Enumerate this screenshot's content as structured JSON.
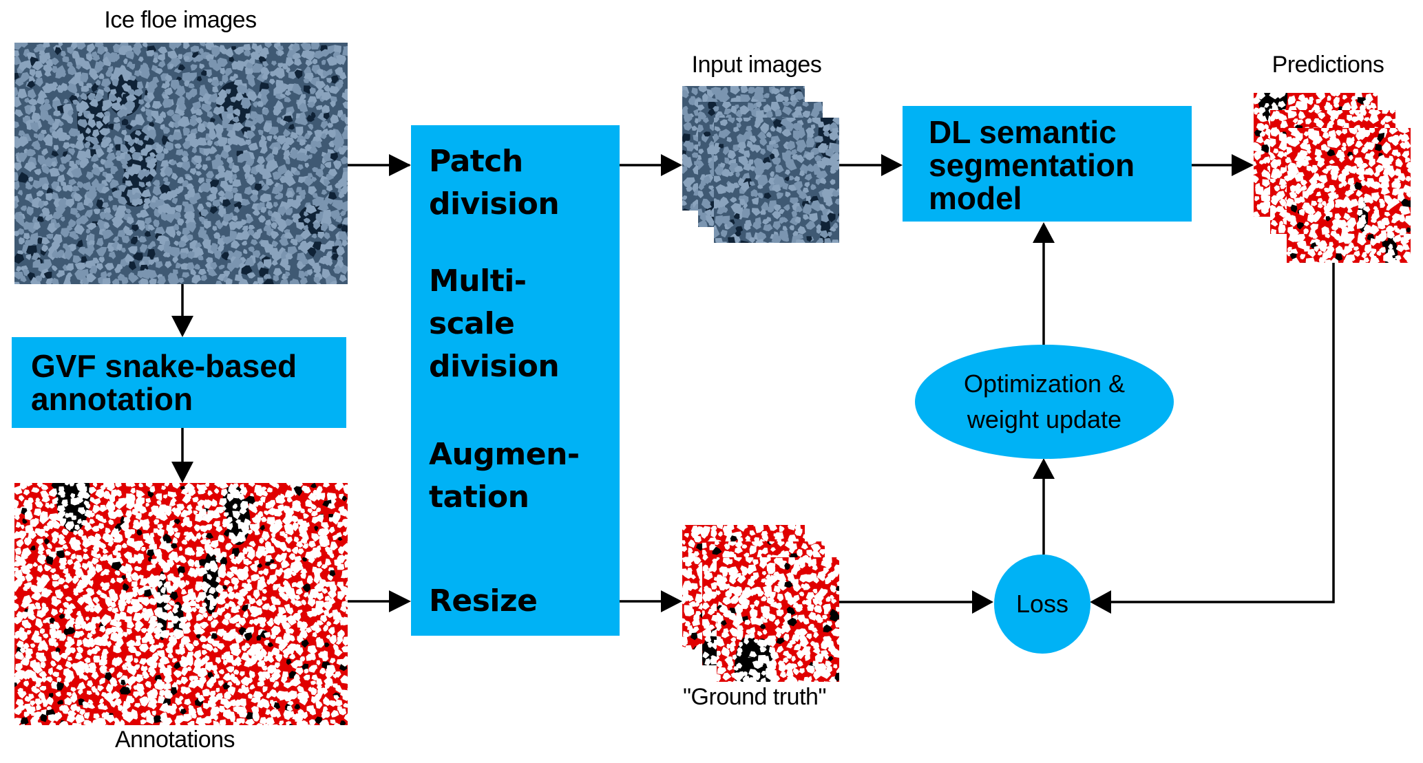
{
  "figure": {
    "colors": {
      "process_fill": "#00B2F5",
      "arrow": "#000000",
      "ice_dark": "#0f2236",
      "ice_floe": "#8aa3bd",
      "annotation_edge": "#e00000"
    },
    "labels": {
      "ice_floe_images": "Ice floe images",
      "annotations": "Annotations",
      "input_images": "Input images",
      "predictions": "Predictions",
      "ground_truth": "\"Ground truth\""
    },
    "boxes": {
      "gvf": [
        "GVF snake-based",
        "annotation"
      ],
      "preprocessing": {
        "patch": [
          "Patch",
          "division"
        ],
        "multiscale": [
          "Multi-",
          "scale",
          "division"
        ],
        "augmentation": [
          "Augmen-",
          "tation"
        ],
        "resize": [
          "Resize"
        ]
      },
      "dl_model": [
        "DL semantic",
        "segmentation",
        "model"
      ]
    },
    "ellipses": {
      "optimization": [
        "Optimization &",
        "weight update"
      ],
      "loss": "Loss"
    },
    "edges": [
      {
        "from": "ice-floe-images",
        "to": "preprocessing-box"
      },
      {
        "from": "ice-floe-images",
        "to": "gvf-annotation-box"
      },
      {
        "from": "gvf-annotation-box",
        "to": "annotations-image"
      },
      {
        "from": "annotations-image",
        "to": "preprocessing-box"
      },
      {
        "from": "preprocessing-box",
        "to": "input-images-stack"
      },
      {
        "from": "preprocessing-box",
        "to": "ground-truth-stack"
      },
      {
        "from": "input-images-stack",
        "to": "dl-model-box"
      },
      {
        "from": "dl-model-box",
        "to": "predictions-stack"
      },
      {
        "from": "predictions-stack",
        "to": "loss-node"
      },
      {
        "from": "ground-truth-stack",
        "to": "loss-node"
      },
      {
        "from": "loss-node",
        "to": "optimization-node"
      },
      {
        "from": "optimization-node",
        "to": "dl-model-box"
      }
    ]
  }
}
